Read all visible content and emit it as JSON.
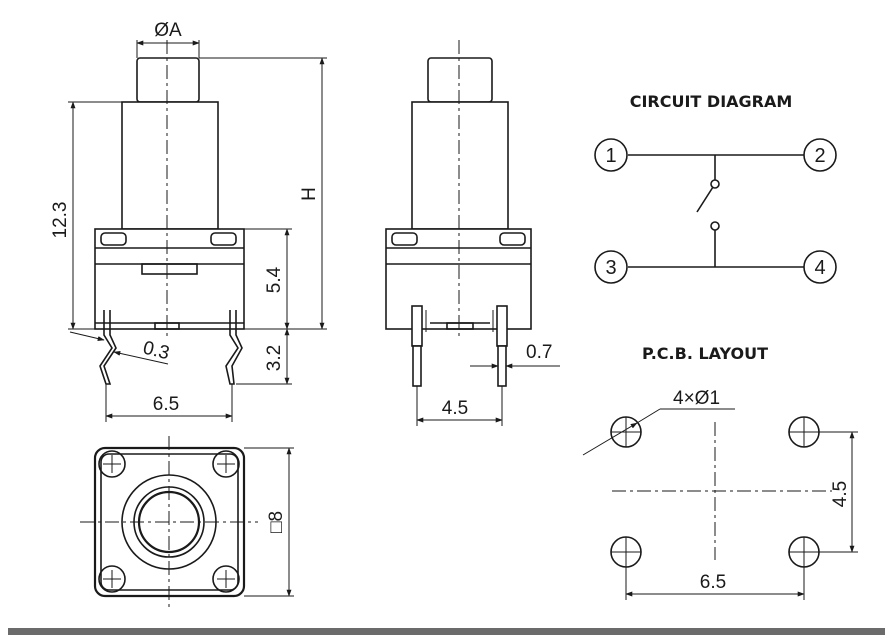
{
  "dimensions": {
    "stem_diameter": "ØA",
    "body_height": "12.3",
    "overall_height": "H",
    "base_height": "5.4",
    "terminal_length": "3.2",
    "terminal_thickness": "0.3",
    "pin_spacing_front": "6.5",
    "pin_spacing_side": "4.5",
    "pin_width": "0.7",
    "square_size": "□8"
  },
  "circuit": {
    "title": "CIRCUIT DIAGRAM",
    "pins": [
      "1",
      "2",
      "3",
      "4"
    ]
  },
  "pcb": {
    "title": "P.C.B. LAYOUT",
    "holes": "4×Ø1",
    "spacing_x": "6.5",
    "spacing_y": "4.5"
  },
  "colors": {
    "line": "#1a1a1a",
    "footer_bar": "#6b6b6b"
  }
}
